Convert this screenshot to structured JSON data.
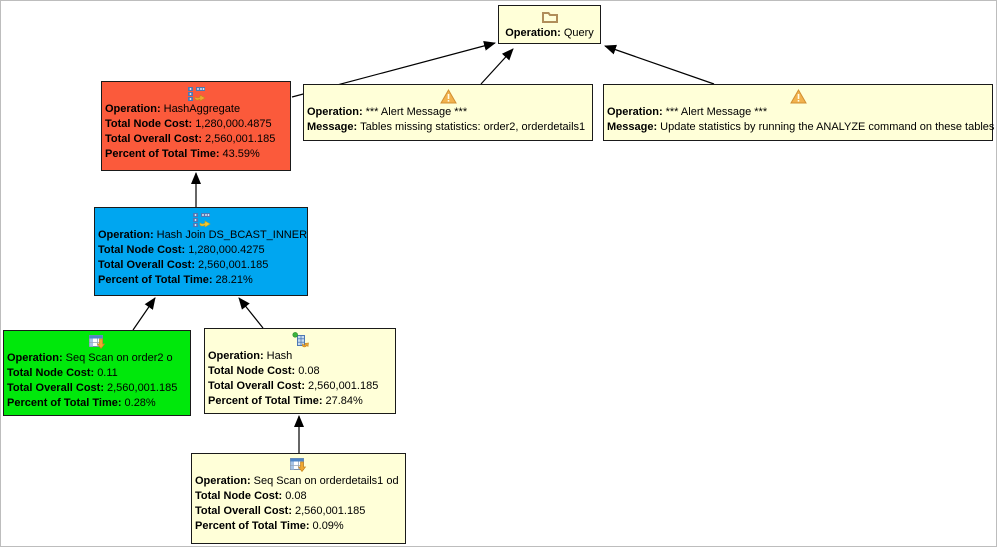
{
  "diagram": {
    "type": "query-execution-plan-tree",
    "background_color": "#FFFFFF",
    "frame_border_color": "#BDBDBD",
    "edge_color": "#000000",
    "default_node_color": "#FFFFD8"
  },
  "nodes": {
    "query": {
      "icon": "folder-icon",
      "color": "#FFFFD8",
      "fields": [
        {
          "label": "Operation:",
          "value": "Query"
        }
      ]
    },
    "hash_aggregate": {
      "icon": "aggregate-icon",
      "color": "#FB5A3B",
      "fields": [
        {
          "label": "Operation:",
          "value": "HashAggregate"
        },
        {
          "label": "Total Node Cost:",
          "value": "1,280,000.4875"
        },
        {
          "label": "Total Overall Cost:",
          "value": "2,560,001.185"
        },
        {
          "label": "Percent of Total Time:",
          "value": "43.59%"
        }
      ]
    },
    "alert_missing": {
      "icon": "warning-icon",
      "color": "#FFFFD8",
      "fields": [
        {
          "label": "Operation:",
          "value": "*** Alert Message ***"
        },
        {
          "label": "Message:",
          "value": "Tables missing statistics: order2, orderdetails1"
        }
      ]
    },
    "alert_analyze": {
      "icon": "warning-icon",
      "color": "#FFFFD8",
      "fields": [
        {
          "label": "Operation:",
          "value": "*** Alert Message ***"
        },
        {
          "label": "Message:",
          "value": "Update statistics by running the ANALYZE command on these tables"
        }
      ]
    },
    "hash_join": {
      "icon": "join-icon",
      "color": "#00A6F0",
      "fields": [
        {
          "label": "Operation:",
          "value": "Hash Join DS_BCAST_INNER"
        },
        {
          "label": "Total Node Cost:",
          "value": "1,280,000.4275"
        },
        {
          "label": "Total Overall Cost:",
          "value": "2,560,001.185"
        },
        {
          "label": "Percent of Total Time:",
          "value": "28.21%"
        }
      ]
    },
    "seq_scan_order2": {
      "icon": "table-scan-icon",
      "color": "#00E80B",
      "fields": [
        {
          "label": "Operation:",
          "value": "Seq Scan on order2 o"
        },
        {
          "label": "Total Node Cost:",
          "value": "0.11"
        },
        {
          "label": "Total Overall Cost:",
          "value": "2,560,001.185"
        },
        {
          "label": "Percent of Total Time:",
          "value": "0.28%"
        }
      ]
    },
    "hash": {
      "icon": "hash-icon",
      "color": "#FFFFD8",
      "fields": [
        {
          "label": "Operation:",
          "value": "Hash"
        },
        {
          "label": "Total Node Cost:",
          "value": "0.08"
        },
        {
          "label": "Total Overall Cost:",
          "value": "2,560,001.185"
        },
        {
          "label": "Percent of Total Time:",
          "value": "27.84%"
        }
      ]
    },
    "seq_scan_orderdetails1": {
      "icon": "table-scan-icon",
      "color": "#FFFFD8",
      "fields": [
        {
          "label": "Operation:",
          "value": "Seq Scan on orderdetails1 od"
        },
        {
          "label": "Total Node Cost:",
          "value": "0.08"
        },
        {
          "label": "Total Overall Cost:",
          "value": "2,560,001.185"
        },
        {
          "label": "Percent of Total Time:",
          "value": "0.09%"
        }
      ]
    }
  },
  "edges": [
    {
      "from": "hash_aggregate",
      "to": "query"
    },
    {
      "from": "alert_missing",
      "to": "query"
    },
    {
      "from": "alert_analyze",
      "to": "query"
    },
    {
      "from": "hash_join",
      "to": "hash_aggregate"
    },
    {
      "from": "seq_scan_order2",
      "to": "hash_join"
    },
    {
      "from": "hash",
      "to": "hash_join"
    },
    {
      "from": "seq_scan_orderdetails1",
      "to": "hash"
    }
  ]
}
